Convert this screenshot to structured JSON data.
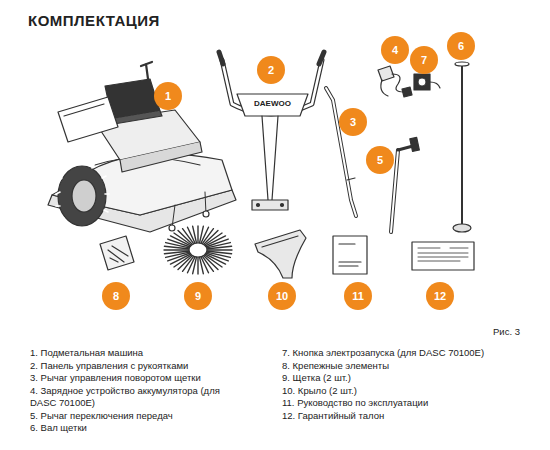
{
  "diagram": {
    "title": "КОМПЛЕКТАЦИЯ",
    "nodes": [
      {
        "text": [
          "1"
        ]
      },
      {
        "text": [
          "2"
        ]
      },
      {
        "text": [
          "3"
        ]
      },
      {
        "text": [
          "4"
        ]
      },
      {
        "text": [
          "5"
        ]
      },
      {
        "text": [
          "6"
        ]
      },
      {
        "text": [
          "7"
        ]
      },
      {
        "text": [
          "8"
        ]
      },
      {
        "text": [
          "9"
        ]
      },
      {
        "text": [
          "10"
        ]
      },
      {
        "text": [
          "11"
        ]
      },
      {
        "text": [
          "12"
        ]
      }
    ],
    "labels": [
      "DAEWOO",
      "Рис. 3",
      "1. Подметальная машина",
      "2. Панель управления с рукоятками",
      "3. Рычаг управления поворотом щетки",
      "4. Зарядное устройство аккумулятора (для DASC 70100E)",
      "5. Рычаг переключения передач",
      "6. Вал щетки",
      "7. Кнопка электрозапуска (для DASC 70100E)",
      "8. Крепежные элементы",
      "9. Щетка (2 шт.)",
      "10. Крыло (2 шт.)",
      "11. Руководство по эксплуатации",
      "12. Гарантийный талон"
    ]
  }
}
